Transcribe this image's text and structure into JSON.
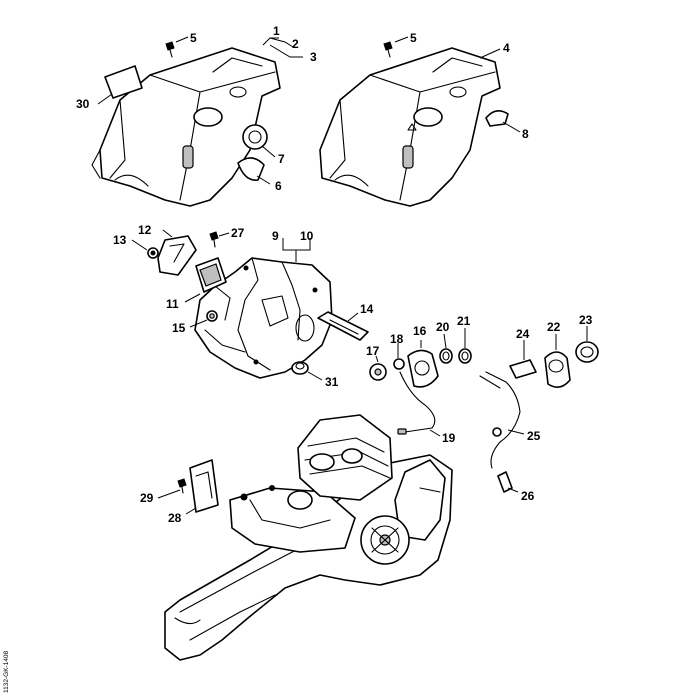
{
  "callouts": {
    "c1": "1",
    "c2": "2",
    "c3": "3",
    "c4": "4",
    "c5a": "5",
    "c5b": "5",
    "c6": "6",
    "c7": "7",
    "c8": "8",
    "c9": "9",
    "c10": "10",
    "c11": "11",
    "c12": "12",
    "c13": "13",
    "c14": "14",
    "c15": "15",
    "c16": "16",
    "c17": "17",
    "c18": "18",
    "c19": "19",
    "c20": "20",
    "c21": "21",
    "c22": "22",
    "c23": "23",
    "c24": "24",
    "c25": "25",
    "c26": "26",
    "c27": "27",
    "c28": "28",
    "c29": "29",
    "c30": "30",
    "c31": "31"
  },
  "document_code": "1132-GK-1408"
}
